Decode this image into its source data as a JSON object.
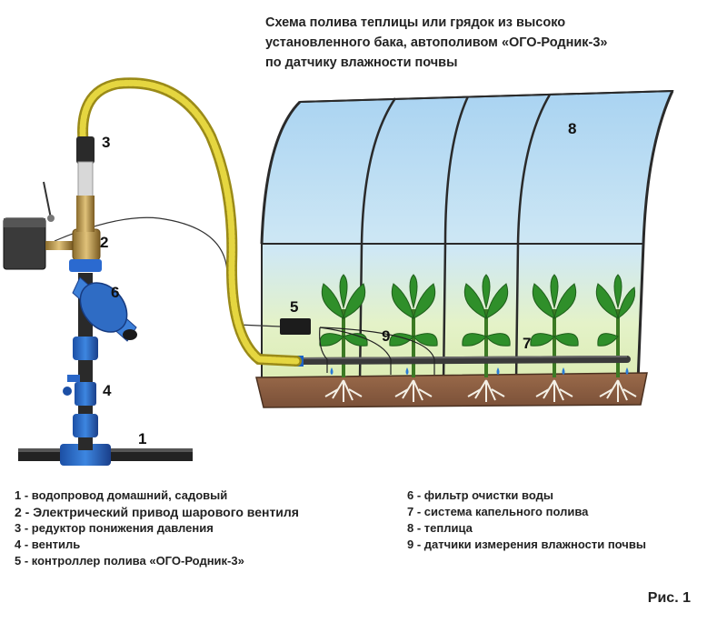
{
  "title": {
    "line1": "Схема полива теплицы или грядок из высоко",
    "line2": "установленного бака, автополивом «ОГО-Родник-3»",
    "line3": "по датчику влажности почвы"
  },
  "callouts": {
    "n1": "1",
    "n2": "2",
    "n3": "3",
    "n4": "4",
    "n5": "5",
    "n6": "6",
    "n7": "7",
    "n8": "8",
    "n9": "9"
  },
  "legend": {
    "left": [
      "1 - водопровод домашний, садовый",
      "2 - Электрический привод шарового вентиля",
      "3 - редуктор понижения давления",
      "4 - вентиль",
      "5 - контроллер полива «ОГО-Родник-3»"
    ],
    "right": [
      "6 - фильтр очистки воды",
      "7 - система капельного полива",
      "8 - теплица",
      "9 - датчики измерения влажности почвы"
    ]
  },
  "figure_label": "Рис. 1"
}
